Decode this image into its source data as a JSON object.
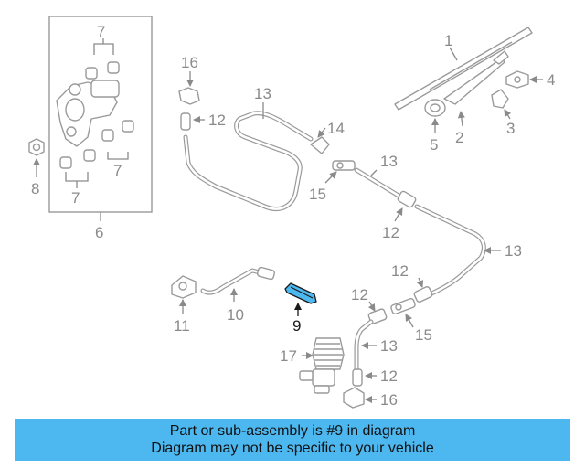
{
  "callouts": {
    "c1": "1",
    "c2": "2",
    "c3": "3",
    "c4": "4",
    "c5": "5",
    "c6": "6",
    "c7a": "7",
    "c7b": "7",
    "c7c": "7",
    "c8": "8",
    "c9": "9",
    "c10": "10",
    "c11": "11",
    "c12a": "12",
    "c12b": "12",
    "c12c": "12",
    "c12d": "12",
    "c12e": "12",
    "c13a": "13",
    "c13b": "13",
    "c13c": "13",
    "c13d": "13",
    "c14": "14",
    "c15a": "15",
    "c15b": "15",
    "c16a": "16",
    "c16b": "16",
    "c17": "17"
  },
  "highlight_part": "9",
  "colors": {
    "highlight": "#4db8f0",
    "banner": "#4db8f0",
    "line": "#9a9a9a"
  },
  "banner": {
    "line1": "Part or sub-assembly is #9 in diagram",
    "line2": "Diagram may not be specific to your vehicle"
  }
}
